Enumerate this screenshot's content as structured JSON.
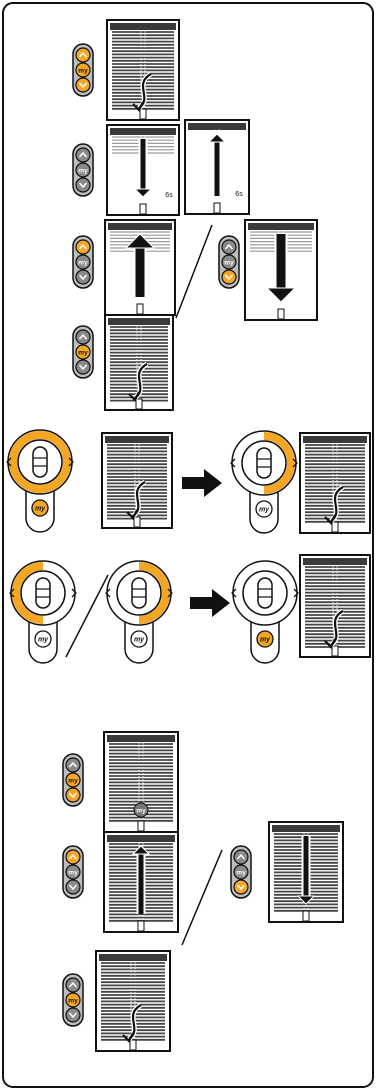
{
  "colors": {
    "accent": "#F5A623",
    "ink": "#111111",
    "blind_fill": "#8c8c8c",
    "blind_dark": "#3a3a3a",
    "remote_body": "#9a9a9a",
    "frame": "#111111"
  },
  "labels": {
    "my": "my",
    "timing": "6s"
  },
  "icons": {
    "remote": "remote-control-icon",
    "blind": "venetian-blind-icon",
    "rotary": "rotary-remote-icon",
    "arrow": "arrow-icon",
    "rotate": "rotate-arrow-icon"
  },
  "steps": [
    {
      "remote": "three-button",
      "active": [
        "up",
        "my",
        "down"
      ],
      "blinds": [
        "closed-rotate"
      ]
    },
    {
      "remote": "three-button",
      "active": [],
      "blinds": [
        "down-6s",
        "up-6s"
      ]
    },
    {
      "remote": "three-button",
      "active": [
        "up"
      ],
      "blinds": [
        "raise"
      ],
      "alt_remote_active": [
        "down"
      ],
      "alt_blinds": [
        "lower"
      ]
    },
    {
      "remote": "three-button",
      "active": [
        "my"
      ],
      "blinds": [
        "closed-rotate"
      ]
    },
    {
      "remote": "rotary",
      "active": [
        "ring"
      ],
      "blinds": [
        "closed-rotate"
      ],
      "then_active": [
        "ring-right"
      ],
      "then_blinds": [
        "closed-rotate"
      ]
    },
    {
      "remote": "rotary",
      "active": [
        "ring-left"
      ],
      "alt_active": [
        "ring-right"
      ],
      "then_active": [
        "my"
      ],
      "then_blinds": [
        "closed-rotate-open-top"
      ]
    },
    {
      "remote": "three-button",
      "active": [
        "my",
        "down"
      ],
      "blinds": [
        "my-position"
      ]
    },
    {
      "remote": "three-button",
      "active": [
        "up"
      ],
      "blinds": [
        "small-up"
      ],
      "alt_remote_active": [
        "down"
      ],
      "alt_blinds": [
        "small-down"
      ]
    },
    {
      "remote": "three-button",
      "active": [
        "my"
      ],
      "blinds": [
        "closed-rotate"
      ]
    }
  ]
}
